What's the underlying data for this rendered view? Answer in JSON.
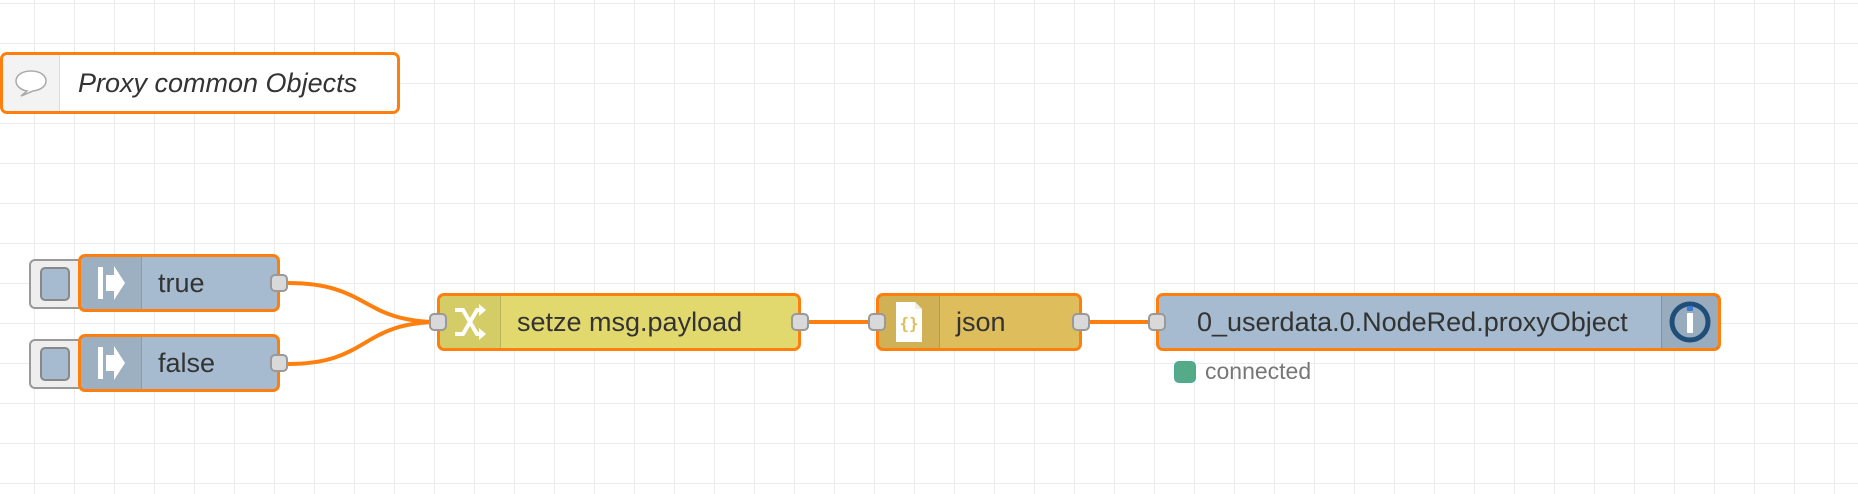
{
  "flow": {
    "comment": {
      "label": "Proxy common Objects",
      "icon": "comment-bubble-icon"
    },
    "nodes": {
      "inject_true": {
        "label": "true",
        "icon": "inject-arrow-icon",
        "color": "#a6bbcf"
      },
      "inject_false": {
        "label": "false",
        "icon": "inject-arrow-icon",
        "color": "#a6bbcf"
      },
      "change": {
        "label": "setze msg.payload",
        "icon": "shuffle-icon",
        "color": "#e2d96e"
      },
      "json": {
        "label": "json",
        "icon": "json-braces-icon",
        "color": "#debd5c"
      },
      "iobroker_out": {
        "label": "0_userdata.0.NodeRed.proxyObject",
        "icon": "iobroker-icon",
        "color": "#a6bbcf"
      }
    },
    "status": {
      "text": "connected",
      "color": "#55aa88"
    },
    "accent_color": "#ff7f0e"
  }
}
